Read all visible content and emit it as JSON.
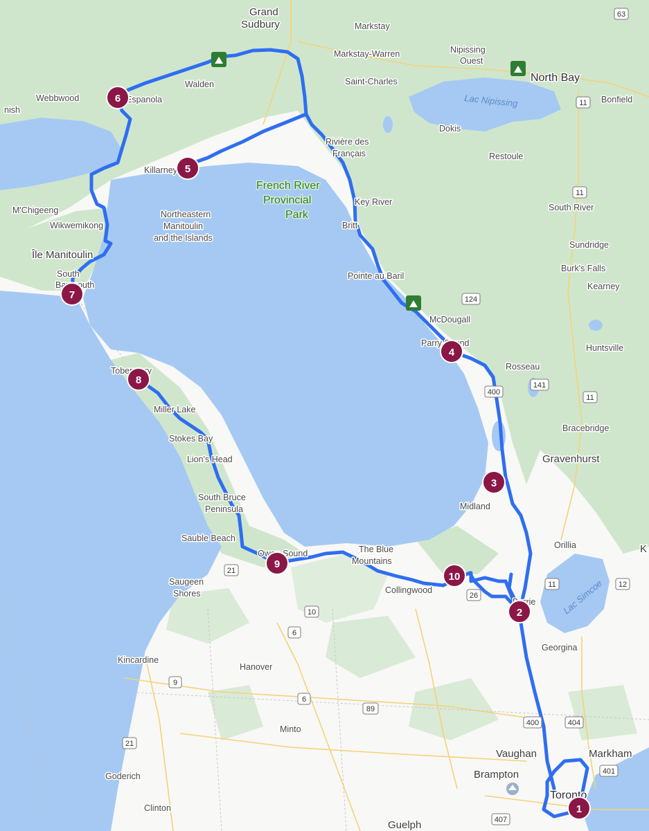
{
  "colors": {
    "land": "#f8f8f6",
    "forest": "#cfe6cc",
    "water": "#a5c9f3",
    "route": "#2f6ef1",
    "marker": "#8a1746",
    "park": "#2e7d32"
  },
  "places": [
    {
      "text": "Grand",
      "cls": "city"
    },
    {
      "text": "Sudbury",
      "cls": "city"
    },
    {
      "text": "Markstay",
      "cls": ""
    },
    {
      "text": "Markstay-Warren",
      "cls": ""
    },
    {
      "text": "Nipissing",
      "cls": ""
    },
    {
      "text": "Ouest",
      "cls": ""
    },
    {
      "text": "Saint-Charles",
      "cls": ""
    },
    {
      "text": "North Bay",
      "cls": "big"
    },
    {
      "text": "Bonfield",
      "cls": ""
    },
    {
      "text": "Lac Nipissing",
      "cls": "water"
    },
    {
      "text": "Dokis",
      "cls": ""
    },
    {
      "text": "Rivière des",
      "cls": ""
    },
    {
      "text": "Français",
      "cls": ""
    },
    {
      "text": "Restoule",
      "cls": ""
    },
    {
      "text": "Webbwood",
      "cls": ""
    },
    {
      "text": "nish",
      "cls": ""
    },
    {
      "text": "Espanola",
      "cls": ""
    },
    {
      "text": "Walden",
      "cls": ""
    },
    {
      "text": "Killarney",
      "cls": ""
    },
    {
      "text": "French River",
      "cls": "park"
    },
    {
      "text": "Provincial",
      "cls": "park"
    },
    {
      "text": "Park",
      "cls": "park"
    },
    {
      "text": "Key River",
      "cls": ""
    },
    {
      "text": "South River",
      "cls": ""
    },
    {
      "text": "M'Chigeeng",
      "cls": ""
    },
    {
      "text": "Wikwemikong",
      "cls": ""
    },
    {
      "text": "Northeastern",
      "cls": ""
    },
    {
      "text": "Manitoulin",
      "cls": ""
    },
    {
      "text": "and the Islands",
      "cls": ""
    },
    {
      "text": "Britt",
      "cls": ""
    },
    {
      "text": "Sundridge",
      "cls": ""
    },
    {
      "text": "Île Manitoulin",
      "cls": "city"
    },
    {
      "text": "Burk's Falls",
      "cls": ""
    },
    {
      "text": "Kearney",
      "cls": ""
    },
    {
      "text": "South",
      "cls": ""
    },
    {
      "text": "Baymouth",
      "cls": ""
    },
    {
      "text": "Pointe au Baril",
      "cls": ""
    },
    {
      "text": "McDougall",
      "cls": ""
    },
    {
      "text": "Parry Sound",
      "cls": ""
    },
    {
      "text": "Huntsville",
      "cls": ""
    },
    {
      "text": "Rosseau",
      "cls": ""
    },
    {
      "text": "Tobermory",
      "cls": ""
    },
    {
      "text": "Miller Lake",
      "cls": ""
    },
    {
      "text": "Bracebridge",
      "cls": ""
    },
    {
      "text": "Stokes Bay",
      "cls": ""
    },
    {
      "text": "Lion's Head",
      "cls": ""
    },
    {
      "text": "Gravenhurst",
      "cls": "city"
    },
    {
      "text": "South Bruce",
      "cls": ""
    },
    {
      "text": "Peninsula",
      "cls": ""
    },
    {
      "text": "Midland",
      "cls": ""
    },
    {
      "text": "Sauble Beach",
      "cls": ""
    },
    {
      "text": "Orillia",
      "cls": ""
    },
    {
      "text": "Owen Sound",
      "cls": ""
    },
    {
      "text": "The Blue",
      "cls": ""
    },
    {
      "text": "Mountains",
      "cls": ""
    },
    {
      "text": "Lac Simcoe",
      "cls": "water"
    },
    {
      "text": "Saugeen",
      "cls": ""
    },
    {
      "text": "Shores",
      "cls": ""
    },
    {
      "text": "Collingwood",
      "cls": ""
    },
    {
      "text": "Barrie",
      "cls": ""
    },
    {
      "text": "Georgina",
      "cls": ""
    },
    {
      "text": "Kincardine",
      "cls": ""
    },
    {
      "text": "Hanover",
      "cls": ""
    },
    {
      "text": "Minto",
      "cls": ""
    },
    {
      "text": "Vaughan",
      "cls": "city"
    },
    {
      "text": "Markham",
      "cls": "city"
    },
    {
      "text": "Goderich",
      "cls": ""
    },
    {
      "text": "Brampton",
      "cls": "city"
    },
    {
      "text": "Toronto",
      "cls": "big"
    },
    {
      "text": "Clinton",
      "cls": ""
    },
    {
      "text": "Guelph",
      "cls": "city"
    },
    {
      "text": "K",
      "cls": "city"
    }
  ],
  "shields": [
    "63",
    "11",
    "11",
    "124",
    "141",
    "11",
    "400",
    "10",
    "26",
    "11",
    "12",
    "21",
    "6",
    "10",
    "9",
    "6",
    "89",
    "400",
    "404",
    "21",
    "401",
    "407"
  ],
  "stops": [
    "1",
    "2",
    "3",
    "4",
    "5",
    "6",
    "7",
    "8",
    "9",
    "10"
  ]
}
